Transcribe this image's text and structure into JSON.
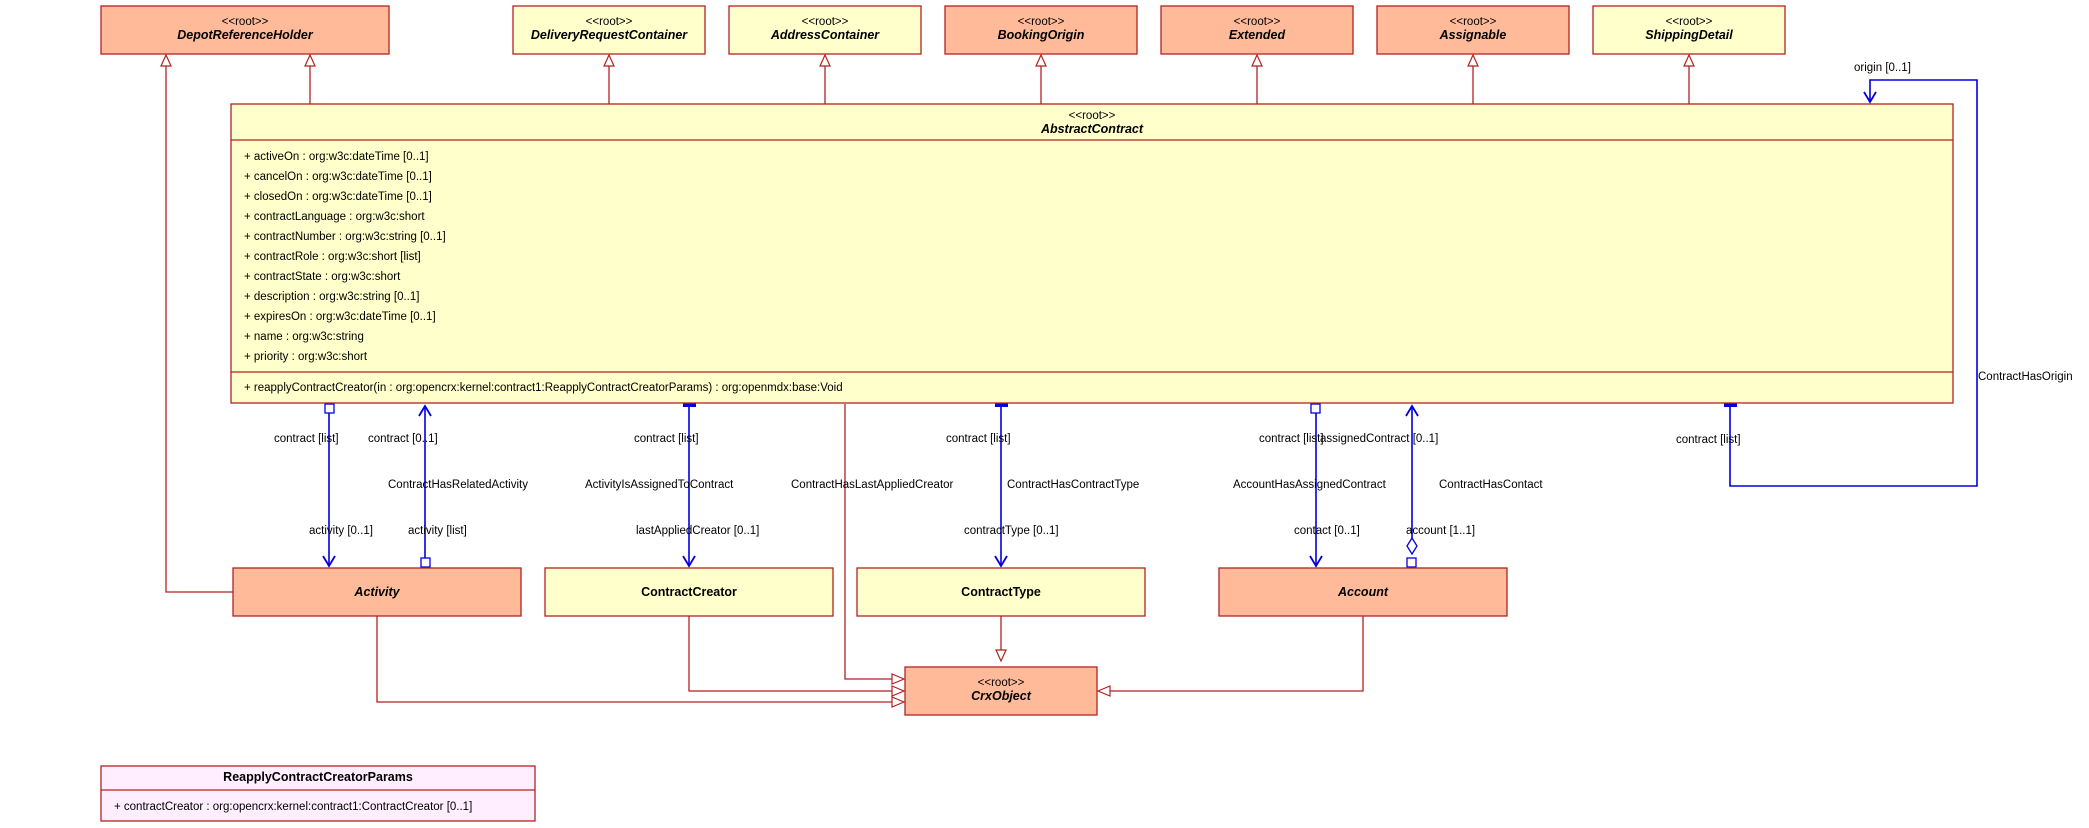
{
  "diagram": {
    "classes": [
      {
        "id": "depot",
        "stereotype": "<<root>>",
        "name": "DepotReferenceHolder",
        "abstract": true
      },
      {
        "id": "delivery",
        "stereotype": "<<root>>",
        "name": "DeliveryRequestContainer",
        "abstract": true
      },
      {
        "id": "address",
        "stereotype": "<<root>>",
        "name": "AddressContainer",
        "abstract": true
      },
      {
        "id": "booking",
        "stereotype": "<<root>>",
        "name": "BookingOrigin",
        "abstract": true
      },
      {
        "id": "extended",
        "stereotype": "<<root>>",
        "name": "Extended",
        "abstract": true
      },
      {
        "id": "assignable",
        "stereotype": "<<root>>",
        "name": "Assignable",
        "abstract": true
      },
      {
        "id": "shipping",
        "stereotype": "<<root>>",
        "name": "ShippingDetail",
        "abstract": true
      },
      {
        "id": "abstract",
        "stereotype": "<<root>>",
        "name": "AbstractContract",
        "abstract": true,
        "attributes": [
          "+ activeOn : org:w3c:dateTime [0..1]",
          "+ cancelOn : org:w3c:dateTime [0..1]",
          "+ closedOn : org:w3c:dateTime [0..1]",
          "+ contractLanguage : org:w3c:short",
          "+ contractNumber : org:w3c:string [0..1]",
          "+ contractRole : org:w3c:short [list]",
          "+ contractState : org:w3c:short",
          "+ description : org:w3c:string [0..1]",
          "+ expiresOn : org:w3c:dateTime [0..1]",
          "+ name : org:w3c:string",
          "+ priority : org:w3c:short"
        ],
        "operations": [
          "+ reapplyContractCreator(in : org:opencrx:kernel:contract1:ReapplyContractCreatorParams) : org:openmdx:base:Void"
        ]
      },
      {
        "id": "activity",
        "stereotype": "",
        "name": "Activity",
        "abstract": true
      },
      {
        "id": "creator",
        "stereotype": "",
        "name": "ContractCreator",
        "abstract": false
      },
      {
        "id": "ctype",
        "stereotype": "",
        "name": "ContractType",
        "abstract": false
      },
      {
        "id": "account",
        "stereotype": "",
        "name": "Account",
        "abstract": true
      },
      {
        "id": "crx",
        "stereotype": "<<root>>",
        "name": "CrxObject",
        "abstract": true
      },
      {
        "id": "params",
        "stereotype": "",
        "name": "ReapplyContractCreatorParams",
        "abstract": false,
        "attributes": [
          "+ contractCreator : org:opencrx:kernel:contract1:ContractCreator [0..1]"
        ]
      }
    ],
    "associations": [
      {
        "id": "related-activity",
        "name": "ContractHasRelatedActivity",
        "ends": [
          "contract [list]",
          "activity [0..1]",
          "contract [0..1]",
          "activity [list]"
        ]
      },
      {
        "id": "assigned-to-contract",
        "name": "ActivityIsAssignedToContract",
        "ends": [
          "contract [list]",
          "lastAppliedCreator [0..1]"
        ]
      },
      {
        "id": "last-applied-creator",
        "name": "ContractHasLastAppliedCreator",
        "ends": []
      },
      {
        "id": "contract-type",
        "name": "ContractHasContractType",
        "ends": [
          "contract [list]",
          "contractType [0..1]"
        ]
      },
      {
        "id": "assigned-contract",
        "name": "AccountHasAssignedContract",
        "ends": [
          "contract [list]",
          "contact [0..1]"
        ]
      },
      {
        "id": "contact",
        "name": "ContractHasContact",
        "ends": [
          "assignedContract [0..1]",
          "account [1..1]"
        ]
      },
      {
        "id": "origin",
        "name": "ContractHasOrigin",
        "ends": [
          "origin [0..1]",
          "contract [list]"
        ]
      }
    ],
    "colors": {
      "root_fill": "#ffbb99",
      "class_fill": "#ffffcc",
      "param_fill": "#ffeeff",
      "border": "#b22222",
      "assoc": "#0000e0"
    }
  }
}
